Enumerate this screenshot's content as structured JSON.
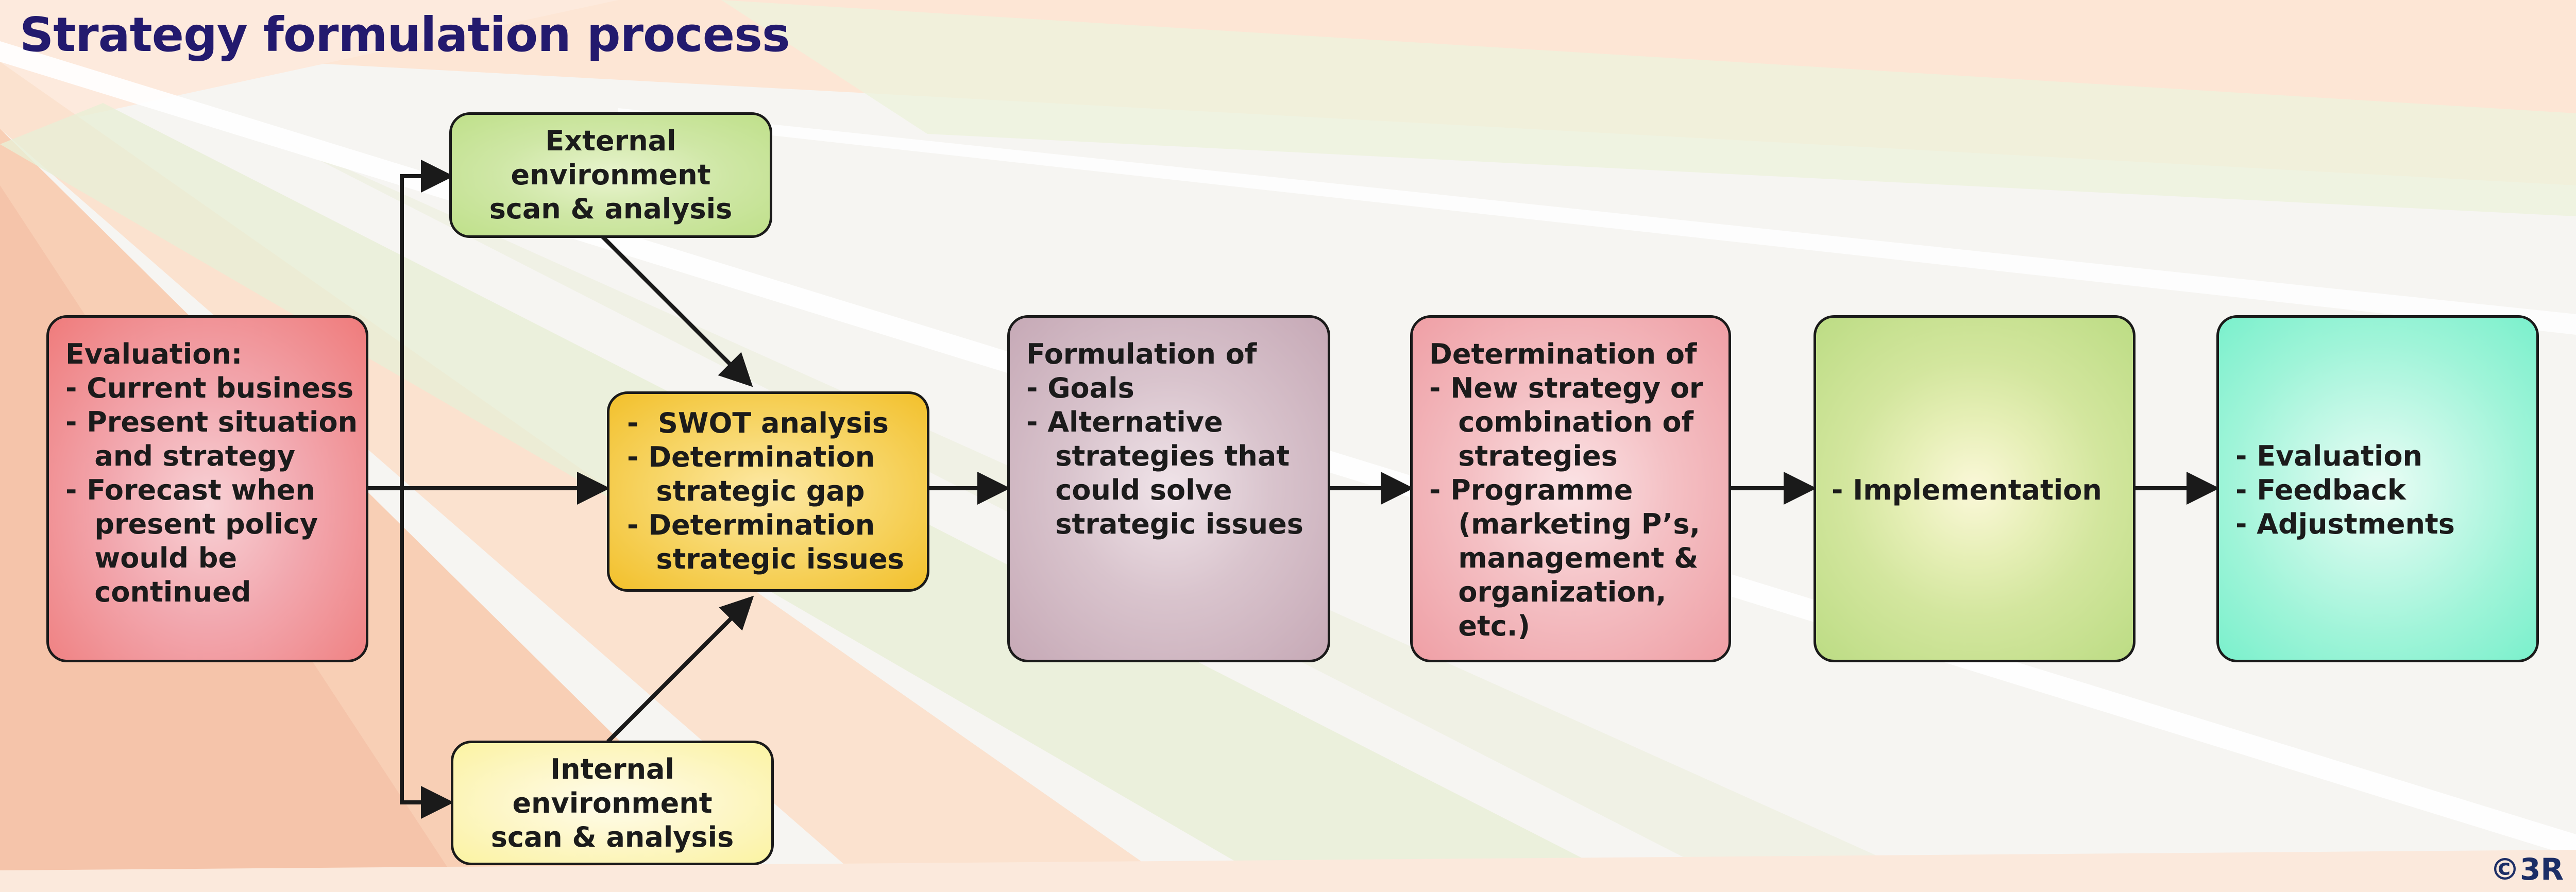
{
  "title": "Strategy formulation process",
  "boxes": {
    "evaluation": [
      "Evaluation:",
      "- Current business",
      "- Present situation",
      "   and strategy",
      "- Forecast when",
      "   present policy",
      "   would be",
      "   continued"
    ],
    "external": [
      "External",
      "environment",
      "scan & analysis"
    ],
    "swot": [
      "-  SWOT analysis",
      "- Determination",
      "   strategic gap",
      "- Determination",
      "   strategic issues"
    ],
    "internal": [
      "Internal",
      "environment",
      "scan & analysis"
    ],
    "formulation": [
      "Formulation of",
      "- Goals",
      "- Alternative",
      "   strategies that",
      "   could solve",
      "   strategic issues"
    ],
    "determination": [
      "Determination of",
      "- New strategy or",
      "   combination of",
      "   strategies",
      "- Programme",
      "   (marketing P’s,",
      "   management &",
      "   organization,",
      "   etc.)"
    ],
    "implementation": [
      "- Implementation"
    ],
    "feedback": [
      "- Evaluation",
      "- Feedback",
      "- Adjustments"
    ]
  },
  "colors": {
    "title": "#231a6e",
    "evaluation": "#ef7b7b",
    "external": "#bfe08a",
    "swot": "#f2c02b",
    "internal": "#fbf3a2",
    "formulation": "#c6a9b6",
    "determination": "#ef9fa5",
    "implementation": "#bcdc84",
    "feedback": "#7af0cc"
  },
  "copyright": "©3R"
}
